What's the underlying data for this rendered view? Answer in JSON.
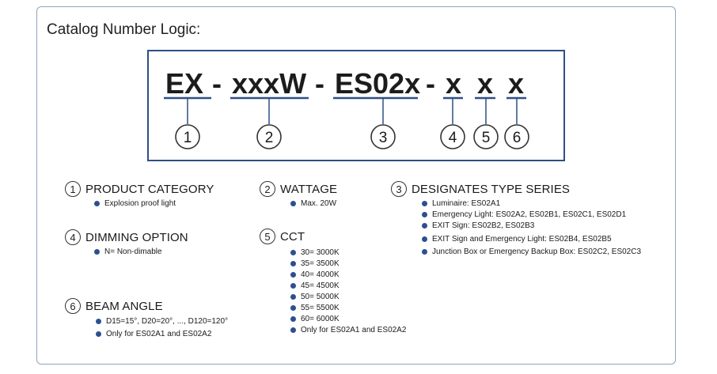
{
  "title": "Catalog Number Logic:",
  "code": {
    "segments": [
      "EX",
      "xxxW",
      "ES02x",
      "x",
      "x",
      "x"
    ],
    "separator": "-",
    "numbers": [
      "1",
      "2",
      "3",
      "4",
      "5",
      "6"
    ]
  },
  "sections": [
    {
      "num": "1",
      "title": "PRODUCT CATEGORY",
      "items": [
        "Explosion proof light"
      ]
    },
    {
      "num": "2",
      "title": "WATTAGE",
      "items": [
        "Max. 20W"
      ]
    },
    {
      "num": "3",
      "title": "DESIGNATES TYPE SERIES",
      "items": [
        "Luminaire: ES02A1",
        "Emergency Light: ES02A2, ES02B1, ES02C1, ES02D1",
        "EXIT Sign: ES02B2, ES02B3",
        "EXIT Sign and Emergency Light: ES02B4, ES02B5",
        "Junction Box or Emergency Backup Box: ES02C2, ES02C3"
      ]
    },
    {
      "num": "4",
      "title": "DIMMING OPTION",
      "items": [
        "N= Non-dimable"
      ]
    },
    {
      "num": "5",
      "title": "CCT",
      "items": [
        "30= 3000K",
        "35= 3500K",
        "40= 4000K",
        "45= 4500K",
        "50= 5000K",
        "55= 5500K",
        "60= 6000K",
        "Only for ES02A1 and ES02A2"
      ]
    },
    {
      "num": "6",
      "title": "BEAM ANGLE",
      "items": [
        "D15=15°, D20=20°, ..., D120=120°",
        "Only for ES02A1 and ES02A2"
      ]
    }
  ],
  "colors": {
    "accent": "#2d4f86",
    "bullet": "#2e4f8f",
    "border": "#8fa3bf"
  }
}
